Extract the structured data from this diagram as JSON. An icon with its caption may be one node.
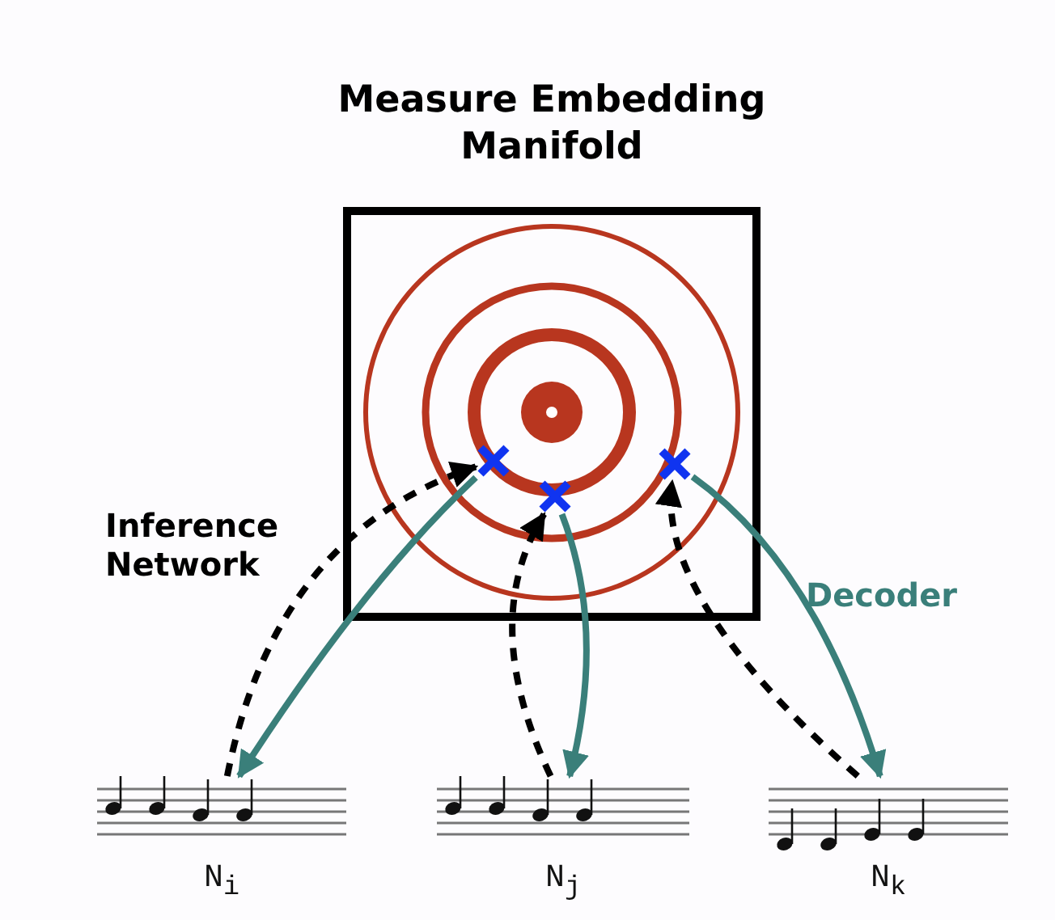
{
  "diagram": {
    "nodes": [
      {
        "text": [
          "Measure Embedding Manifold"
        ]
      },
      {
        "text": [],
        "shape": "cross",
        "in": 0
      },
      {
        "text": [],
        "shape": "cross",
        "in": 0
      },
      {
        "text": [],
        "shape": "cross",
        "in": 0
      },
      {
        "text": [
          "N$_{i}$"
        ]
      },
      {
        "text": [
          "N$_{j}$"
        ]
      },
      {
        "text": [
          "N$_{k}$"
        ]
      }
    ],
    "edges": [
      {
        "from": 4,
        "to": 1,
        "arrow": "to",
        "style": "dashed",
        "color": "#000000"
      },
      {
        "from": 1,
        "to": 4,
        "arrow": "to",
        "color": "#3a7f7a"
      },
      {
        "from": 5,
        "to": 2,
        "arrow": "to",
        "style": "dashed",
        "color": "#000000"
      },
      {
        "from": 2,
        "to": 5,
        "arrow": "to",
        "color": "#3a7f7a"
      },
      {
        "from": 6,
        "to": 3,
        "arrow": "to",
        "style": "dashed",
        "color": "#000000"
      },
      {
        "from": 3,
        "to": 6,
        "arrow": "to",
        "color": "#3a7f7a"
      }
    ],
    "labels": [
      "Inference Network",
      "Decoder"
    ]
  }
}
